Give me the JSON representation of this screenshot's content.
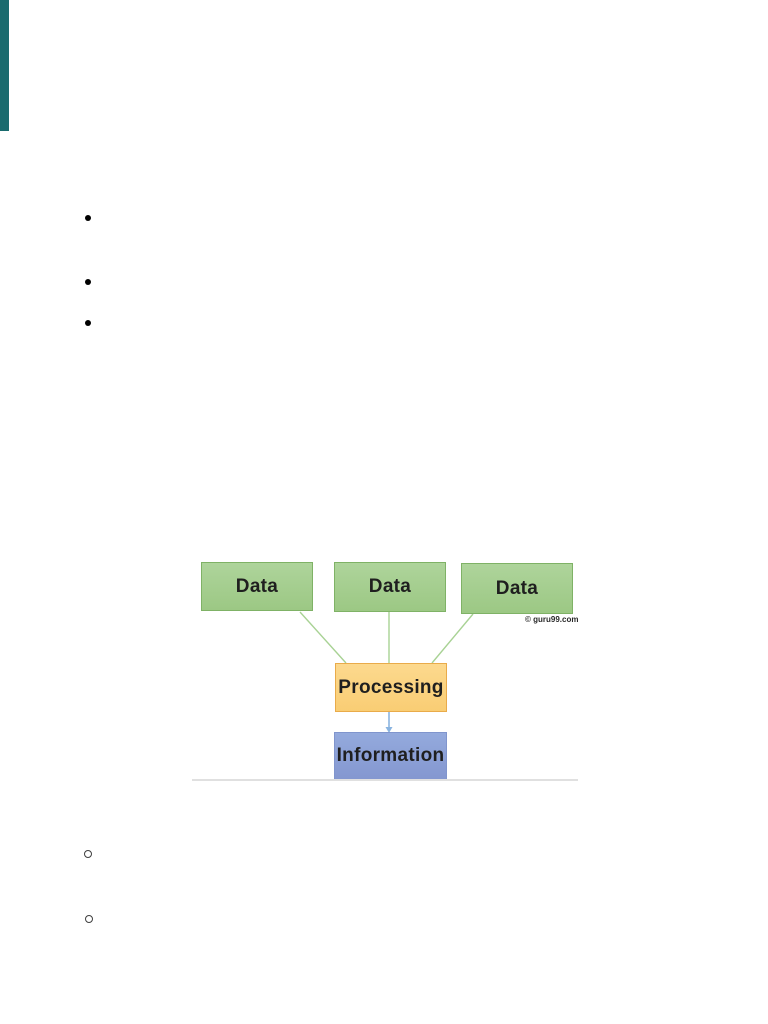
{
  "page": {
    "background_color": "#ffffff",
    "accent_bar_color": "#1a6b6e"
  },
  "list_markers": {
    "level1_style": "disc",
    "level1_color": "#000000",
    "level2_style": "circle",
    "level2_color": "#3f3f3f"
  },
  "diagram": {
    "watermark": "© guru99.com",
    "text_color": "#1f1f1f",
    "nodes": {
      "data1": {
        "label": "Data",
        "fill": "#a5cf90",
        "border": "#7fb266"
      },
      "data2": {
        "label": "Data",
        "fill": "#a5cf90",
        "border": "#7fb266"
      },
      "data3": {
        "label": "Data",
        "fill": "#a5cf90",
        "border": "#7fb266"
      },
      "processing": {
        "label": "Processing",
        "fill": "#fbd382",
        "border": "#e9ab4a"
      },
      "information": {
        "label": "Information",
        "fill": "#8da2d8",
        "border": "#8095cd"
      }
    },
    "connectors": {
      "data_to_processing_color": "#a8d294",
      "processing_to_information_color": "#8ab4e0"
    },
    "baseline_color": "#e0e0e0"
  }
}
